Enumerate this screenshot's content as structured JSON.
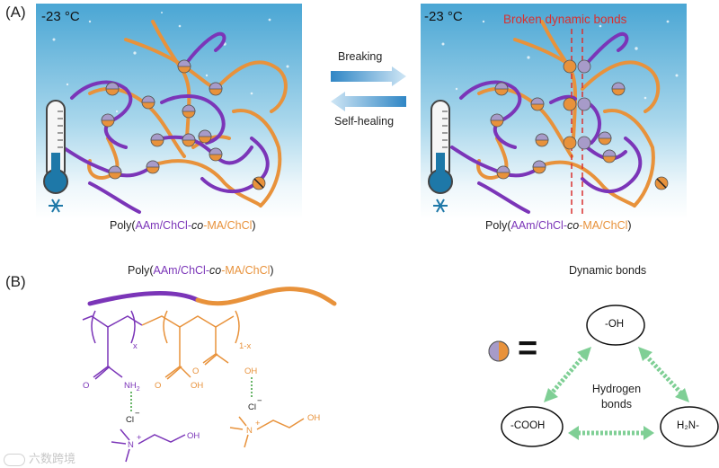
{
  "panelA": {
    "label": "(A)",
    "temp_left": "-23 °C",
    "temp_right": "-23 °C",
    "broken_label": "Broken dynamic bonds",
    "breaking_label": "Breaking",
    "selfhealing_label": "Self-healing",
    "poly_left": {
      "pre": "Poly(",
      "part1": "AAm/ChCl-",
      "co": "co",
      "part2": "-MA/ChCl",
      "post": ")"
    },
    "poly_right": {
      "pre": "Poly(",
      "part1": "AAm/ChCl-",
      "co": "co",
      "part2": "-MA/ChCl",
      "post": ")"
    }
  },
  "panelB": {
    "label": "(B)",
    "poly_title": {
      "pre": "Poly(",
      "part1": "AAm/ChCl-",
      "co": "co",
      "part2": "-MA/ChCl",
      "post": ")"
    },
    "dynamic_title": "Dynamic bonds",
    "nodes": {
      "oh": "-OH",
      "cooh": "-COOH",
      "h2n": "H₂N-"
    },
    "hydrogen_bonds": [
      "Hydrogen",
      "bonds"
    ],
    "equals": "=",
    "chem": {
      "x": "x",
      "one_minus_x": "1-x",
      "o1": "O",
      "nh2": "NH",
      "nh2_sub": "2",
      "o2": "O",
      "oh2": "OH",
      "o3": "O",
      "oh3": "OH",
      "cl1": "Cl",
      "cl2": "Cl",
      "minus": "−",
      "n1": "N",
      "n2": "N",
      "plus": "+",
      "oh_end1": "OH",
      "oh_end2": "OH"
    }
  },
  "watermark": "六数跨境",
  "colors": {
    "purple": "#7b35b8",
    "orange": "#e8923b",
    "red": "#d9302f",
    "green": "#7fcf95",
    "sky": "#5fb3d8"
  }
}
